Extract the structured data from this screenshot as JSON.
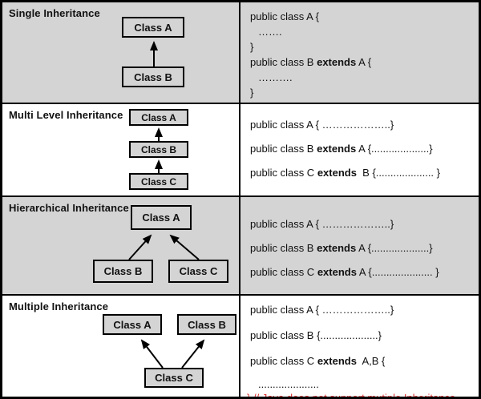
{
  "colors": {
    "row_gray": "#d4d4d4",
    "row_white": "#ffffff",
    "border_black": "#000000",
    "box_fill_gray": "#d4d4d4",
    "comment_red": "#dd3333",
    "text_black": "#111111"
  },
  "rows": [
    {
      "title": "Single Inheritance",
      "boxes": {
        "a": "Class A",
        "b": "Class B"
      },
      "code": [
        {
          "pre": "public class A {",
          "bold": "",
          "post": ""
        },
        {
          "pre": "…….",
          "bold": "",
          "post": ""
        },
        {
          "pre": "}",
          "bold": "",
          "post": ""
        },
        {
          "pre": "public class B ",
          "bold": "extends",
          "post": " A {"
        },
        {
          "pre": "……….",
          "bold": "",
          "post": ""
        },
        {
          "pre": "}",
          "bold": "",
          "post": ""
        }
      ]
    },
    {
      "title": "Multi Level Inheritance",
      "boxes": {
        "a": "Class A",
        "b": "Class B",
        "c": "Class C"
      },
      "code": [
        {
          "pre": "public class A { ………………..}",
          "bold": "",
          "post": ""
        },
        {
          "pre": "public class B ",
          "bold": "extends",
          "post": " A {....................}"
        },
        {
          "pre": "public class C ",
          "bold": "extends",
          "post": "  B {.................... }"
        }
      ]
    },
    {
      "title": "Hierarchical Inheritance",
      "boxes": {
        "a": "Class A",
        "b": "Class B",
        "c": "Class C"
      },
      "code": [
        {
          "pre": "public class A { ………………..}",
          "bold": "",
          "post": ""
        },
        {
          "pre": "public class B ",
          "bold": "extends",
          "post": " A {....................}"
        },
        {
          "pre": "public class C ",
          "bold": "extends",
          "post": " A {..................... }"
        }
      ]
    },
    {
      "title": "Multiple Inheritance",
      "boxes": {
        "a": "Class A",
        "b": "Class B",
        "c": "Class C"
      },
      "code": [
        {
          "pre": "public class A { ………………..}",
          "bold": "",
          "post": ""
        },
        {
          "pre": "public class B {....................}",
          "bold": "",
          "post": ""
        },
        {
          "pre": "public class C ",
          "bold": "extends",
          "post": "  A,B {"
        },
        {
          "pre": ".....................",
          "bold": "",
          "post": ""
        },
        {
          "pre": "} // Java does not support mutiple Inheritance",
          "bold": "",
          "post": ""
        }
      ]
    }
  ]
}
